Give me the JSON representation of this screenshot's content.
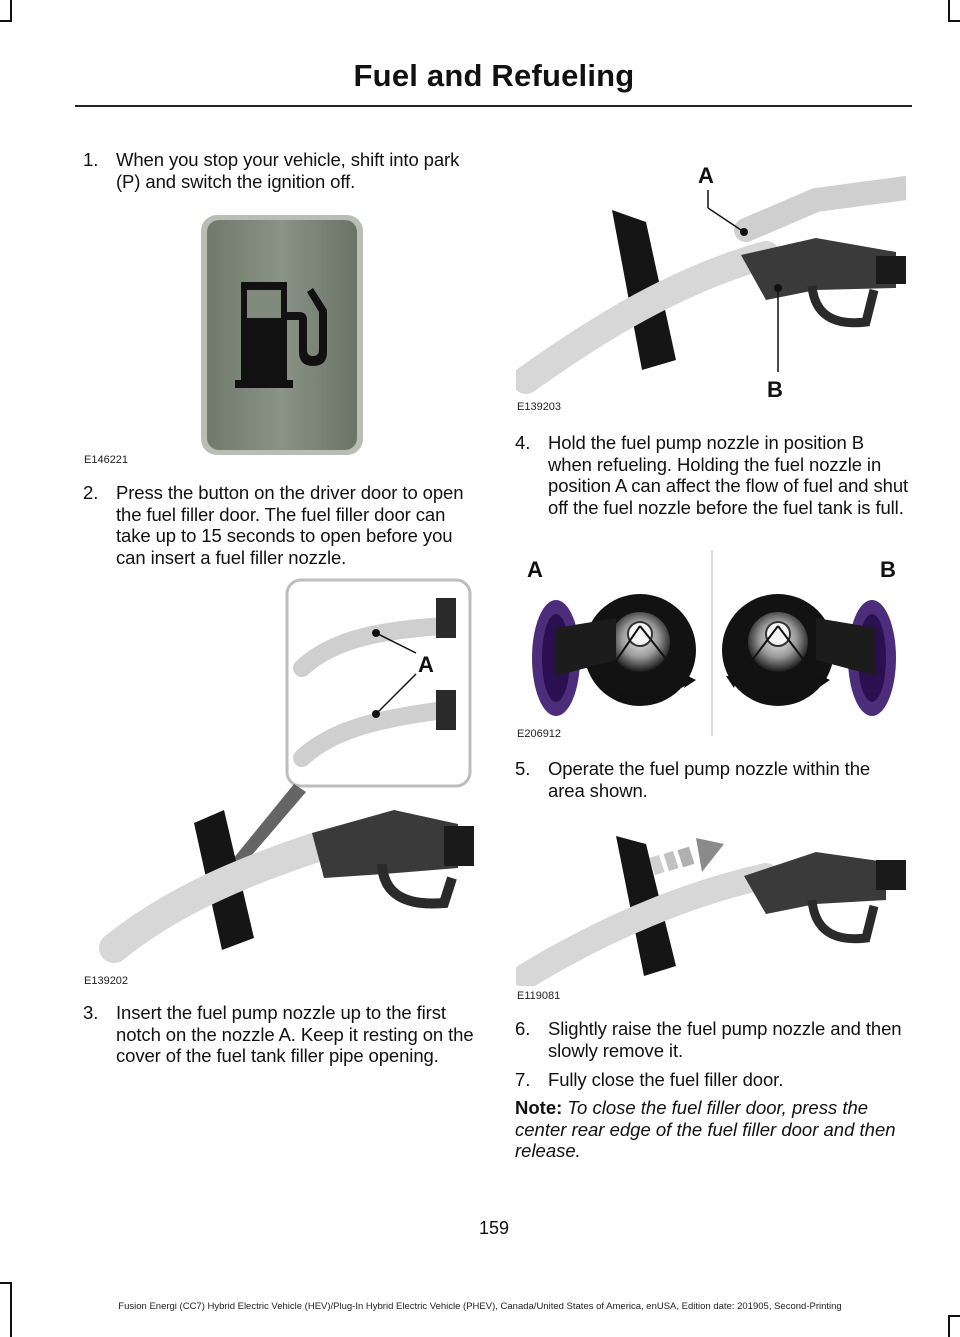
{
  "header": {
    "title": "Fuel and Refueling"
  },
  "steps": [
    {
      "num": "1.",
      "text": "When you stop your vehicle, shift into park (P) and switch the ignition off."
    },
    {
      "num": "2.",
      "text": "Press the button on the driver door to open the fuel filler door.  The fuel filler door can take up to 15 seconds to open before you can insert a fuel filler nozzle."
    },
    {
      "num": "3.",
      "text": "Insert the fuel pump nozzle up to the first notch on the nozzle A.  Keep it resting on the cover of the fuel tank filler pipe opening."
    },
    {
      "num": "4.",
      "text": "Hold the fuel pump nozzle in position B when refueling.  Holding the fuel nozzle in position A can affect the flow of fuel and shut off the fuel nozzle before the fuel tank is full."
    },
    {
      "num": "5.",
      "text": "Operate the fuel pump nozzle within the area shown."
    },
    {
      "num": "6.",
      "text": "Slightly raise the fuel pump nozzle and then slowly remove it."
    },
    {
      "num": "7.",
      "text": "Fully close the fuel filler door."
    }
  ],
  "note": {
    "label": "Note:",
    "text": "To close the fuel filler door, press the center rear edge of the fuel filler door and then release."
  },
  "figures": {
    "fuel_button": {
      "code": "E146221"
    },
    "nozzle_notch": {
      "code": "E139202",
      "callout_a": "A"
    },
    "nozzle_positions": {
      "code": "E139203",
      "callout_a": "A",
      "callout_b": "B"
    },
    "cap_views": {
      "code": "E206912",
      "callout_a": "A",
      "callout_b": "B"
    },
    "nozzle_area": {
      "code": "E119081"
    }
  },
  "footer": {
    "page_number": "159",
    "text": "Fusion Energi (CC7) Hybrid Electric Vehicle (HEV)/Plug-In Hybrid Electric Vehicle (PHEV), Canada/United States of America, enUSA, Edition date: 201905, Second-Printing"
  }
}
